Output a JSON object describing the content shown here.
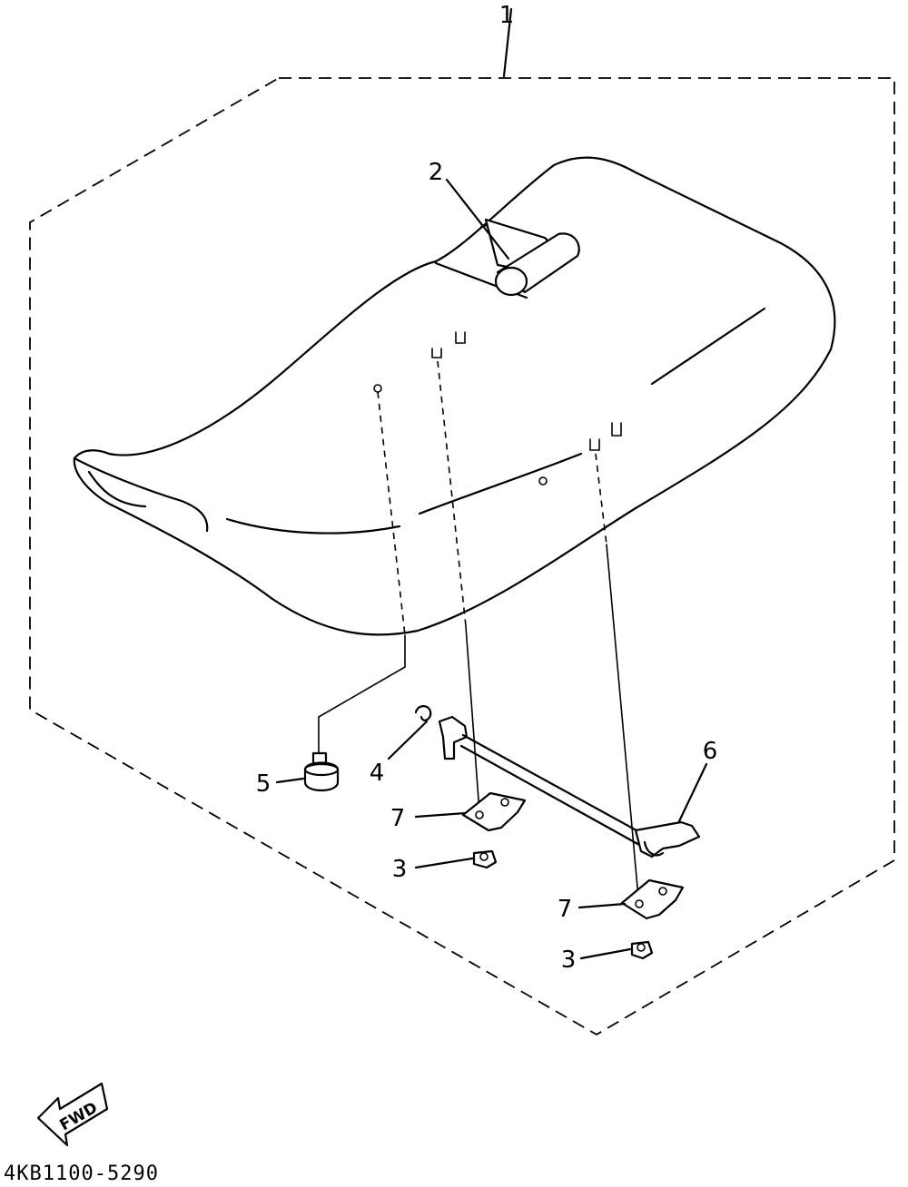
{
  "callouts": {
    "seat_assembly": "1",
    "hook": "2",
    "nut_a": "3",
    "nut_b": "3",
    "clip": "4",
    "damper": "5",
    "lock_rod": "6",
    "bracket_a": "7",
    "bracket_b": "7"
  },
  "fwd_label": "FWD",
  "diagram_code": "4KB1100-5290"
}
